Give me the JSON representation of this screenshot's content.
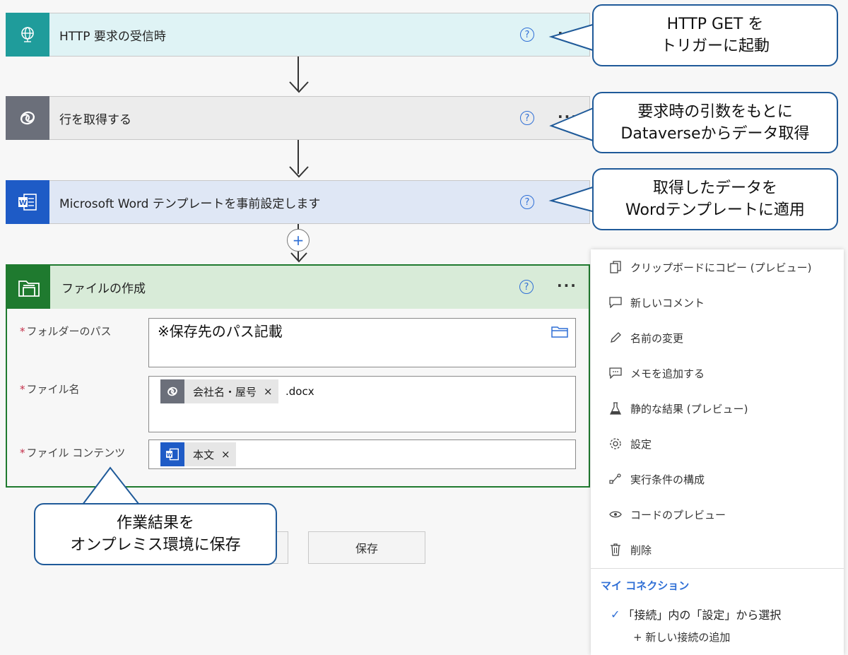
{
  "steps": [
    {
      "title": "HTTP 要求の受信時",
      "help": "?",
      "more": "···",
      "icon": "globe-network-icon",
      "color": "#1f9c9b",
      "bg": "#dff3f5"
    },
    {
      "title": "行を取得する",
      "help": "?",
      "more": "···",
      "icon": "dataverse-icon",
      "color": "#6b6f7a",
      "bg": "#ececec"
    },
    {
      "title": "Microsoft Word テンプレートを事前設定します",
      "help": "?",
      "more": "···",
      "icon": "word-icon",
      "color": "#1e5bc6",
      "bg": "#dfe7f5"
    }
  ],
  "create_file": {
    "title": "ファイルの作成",
    "help": "?",
    "more": "···",
    "icon": "folder-icon",
    "color": "#1f7a2f",
    "bg": "#d8ebd8",
    "fields": {
      "folder_path": {
        "label": "フォルダーのパス",
        "required": "*",
        "value": "※保存先のパス記載"
      },
      "file_name": {
        "label": "ファイル名",
        "required": "*",
        "token": "会社名・屋号",
        "token_close": "×",
        "suffix": ".docx"
      },
      "file_content": {
        "label": "ファイル コンテンツ",
        "required": "*",
        "token": "本文",
        "token_close": "×"
      }
    }
  },
  "add_step": "+",
  "buttons": {
    "save": "保存"
  },
  "callouts": {
    "trigger": [
      "HTTP GET を",
      "トリガーに起動"
    ],
    "get_row": [
      "要求時の引数をもとに",
      "Dataverseからデータ取得"
    ],
    "word": [
      "取得したデータを",
      "Wordテンプレートに適用"
    ],
    "save": [
      "作業結果を",
      "オンプレミス環境に保存"
    ]
  },
  "context_menu": {
    "items": [
      {
        "label": "クリップボードにコピー (プレビュー)",
        "icon": "copy-icon"
      },
      {
        "label": "新しいコメント",
        "icon": "comment-icon"
      },
      {
        "label": "名前の変更",
        "icon": "pencil-icon"
      },
      {
        "label": "メモを追加する",
        "icon": "note-icon"
      },
      {
        "label": "静的な結果 (プレビュー)",
        "icon": "flask-icon"
      },
      {
        "label": "設定",
        "icon": "gear-icon"
      },
      {
        "label": "実行条件の構成",
        "icon": "run-after-icon"
      },
      {
        "label": "コードのプレビュー",
        "icon": "eye-icon"
      },
      {
        "label": "削除",
        "icon": "trash-icon"
      }
    ],
    "connections_header": "マイ コネクション",
    "connection_selected": "「接続」内の「設定」から選択",
    "connection_check": "✓",
    "add_connection": "+ 新しい接続の追加"
  }
}
